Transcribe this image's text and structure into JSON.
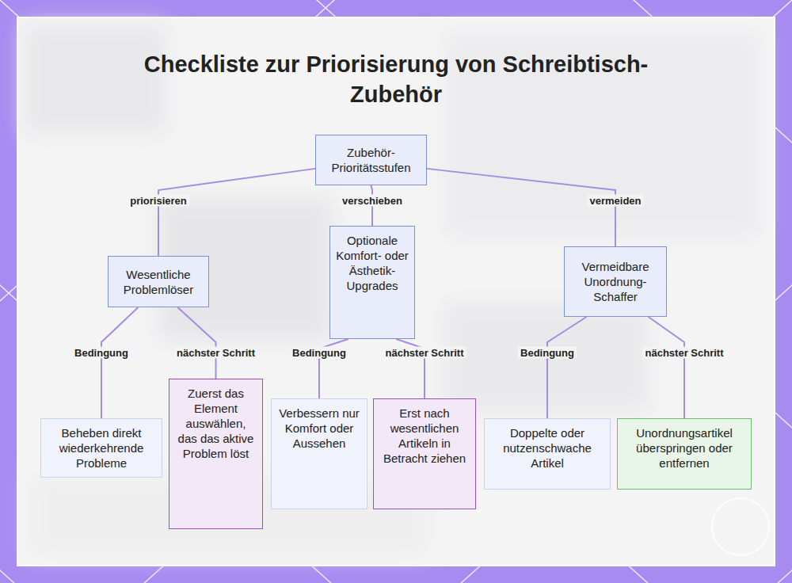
{
  "diagram": {
    "title": "Checkliste zur Priorisierung von Schreibtisch-Zubehör",
    "nodes": [
      {
        "text": [
          "Zubehör-Prioritätsstufen"
        ]
      },
      {
        "text": [
          "Wesentliche Problemlöser"
        ]
      },
      {
        "text": [
          "Optionale Komfort- oder Ästhetik-Upgrades"
        ]
      },
      {
        "text": [
          "Vermeidbare Unordnung-Schaffer"
        ]
      },
      {
        "text": [
          "Beheben direkt wiederkehrende Probleme"
        ]
      },
      {
        "text": [
          "Zuerst das Element auswählen, das das aktive Problem löst"
        ]
      },
      {
        "text": [
          "Verbessern nur Komfort oder Aussehen"
        ]
      },
      {
        "text": [
          "Erst nach wesentlichen Artikeln in Betracht ziehen"
        ]
      },
      {
        "text": [
          "Doppelte oder nutzenschwache Artikel"
        ]
      },
      {
        "text": [
          "Unordnungsartikel überspringen oder entfernen"
        ]
      }
    ],
    "edges": [
      {
        "from": 0,
        "to": 1,
        "label": "priorisieren",
        "arrow": "none"
      },
      {
        "from": 0,
        "to": 2,
        "label": "verschieben",
        "arrow": "none"
      },
      {
        "from": 0,
        "to": 3,
        "label": "vermeiden",
        "arrow": "none"
      },
      {
        "from": 1,
        "to": 4,
        "label": "Bedingung",
        "arrow": "none"
      },
      {
        "from": 1,
        "to": 5,
        "label": "nächster Schritt",
        "arrow": "none"
      },
      {
        "from": 2,
        "to": 6,
        "label": "Bedingung",
        "arrow": "none"
      },
      {
        "from": 2,
        "to": 7,
        "label": "nächster Schritt",
        "arrow": "none"
      },
      {
        "from": 3,
        "to": 8,
        "label": "Bedingung",
        "arrow": "none"
      },
      {
        "from": 3,
        "to": 9,
        "label": "nächster Schritt",
        "arrow": "none"
      }
    ]
  }
}
